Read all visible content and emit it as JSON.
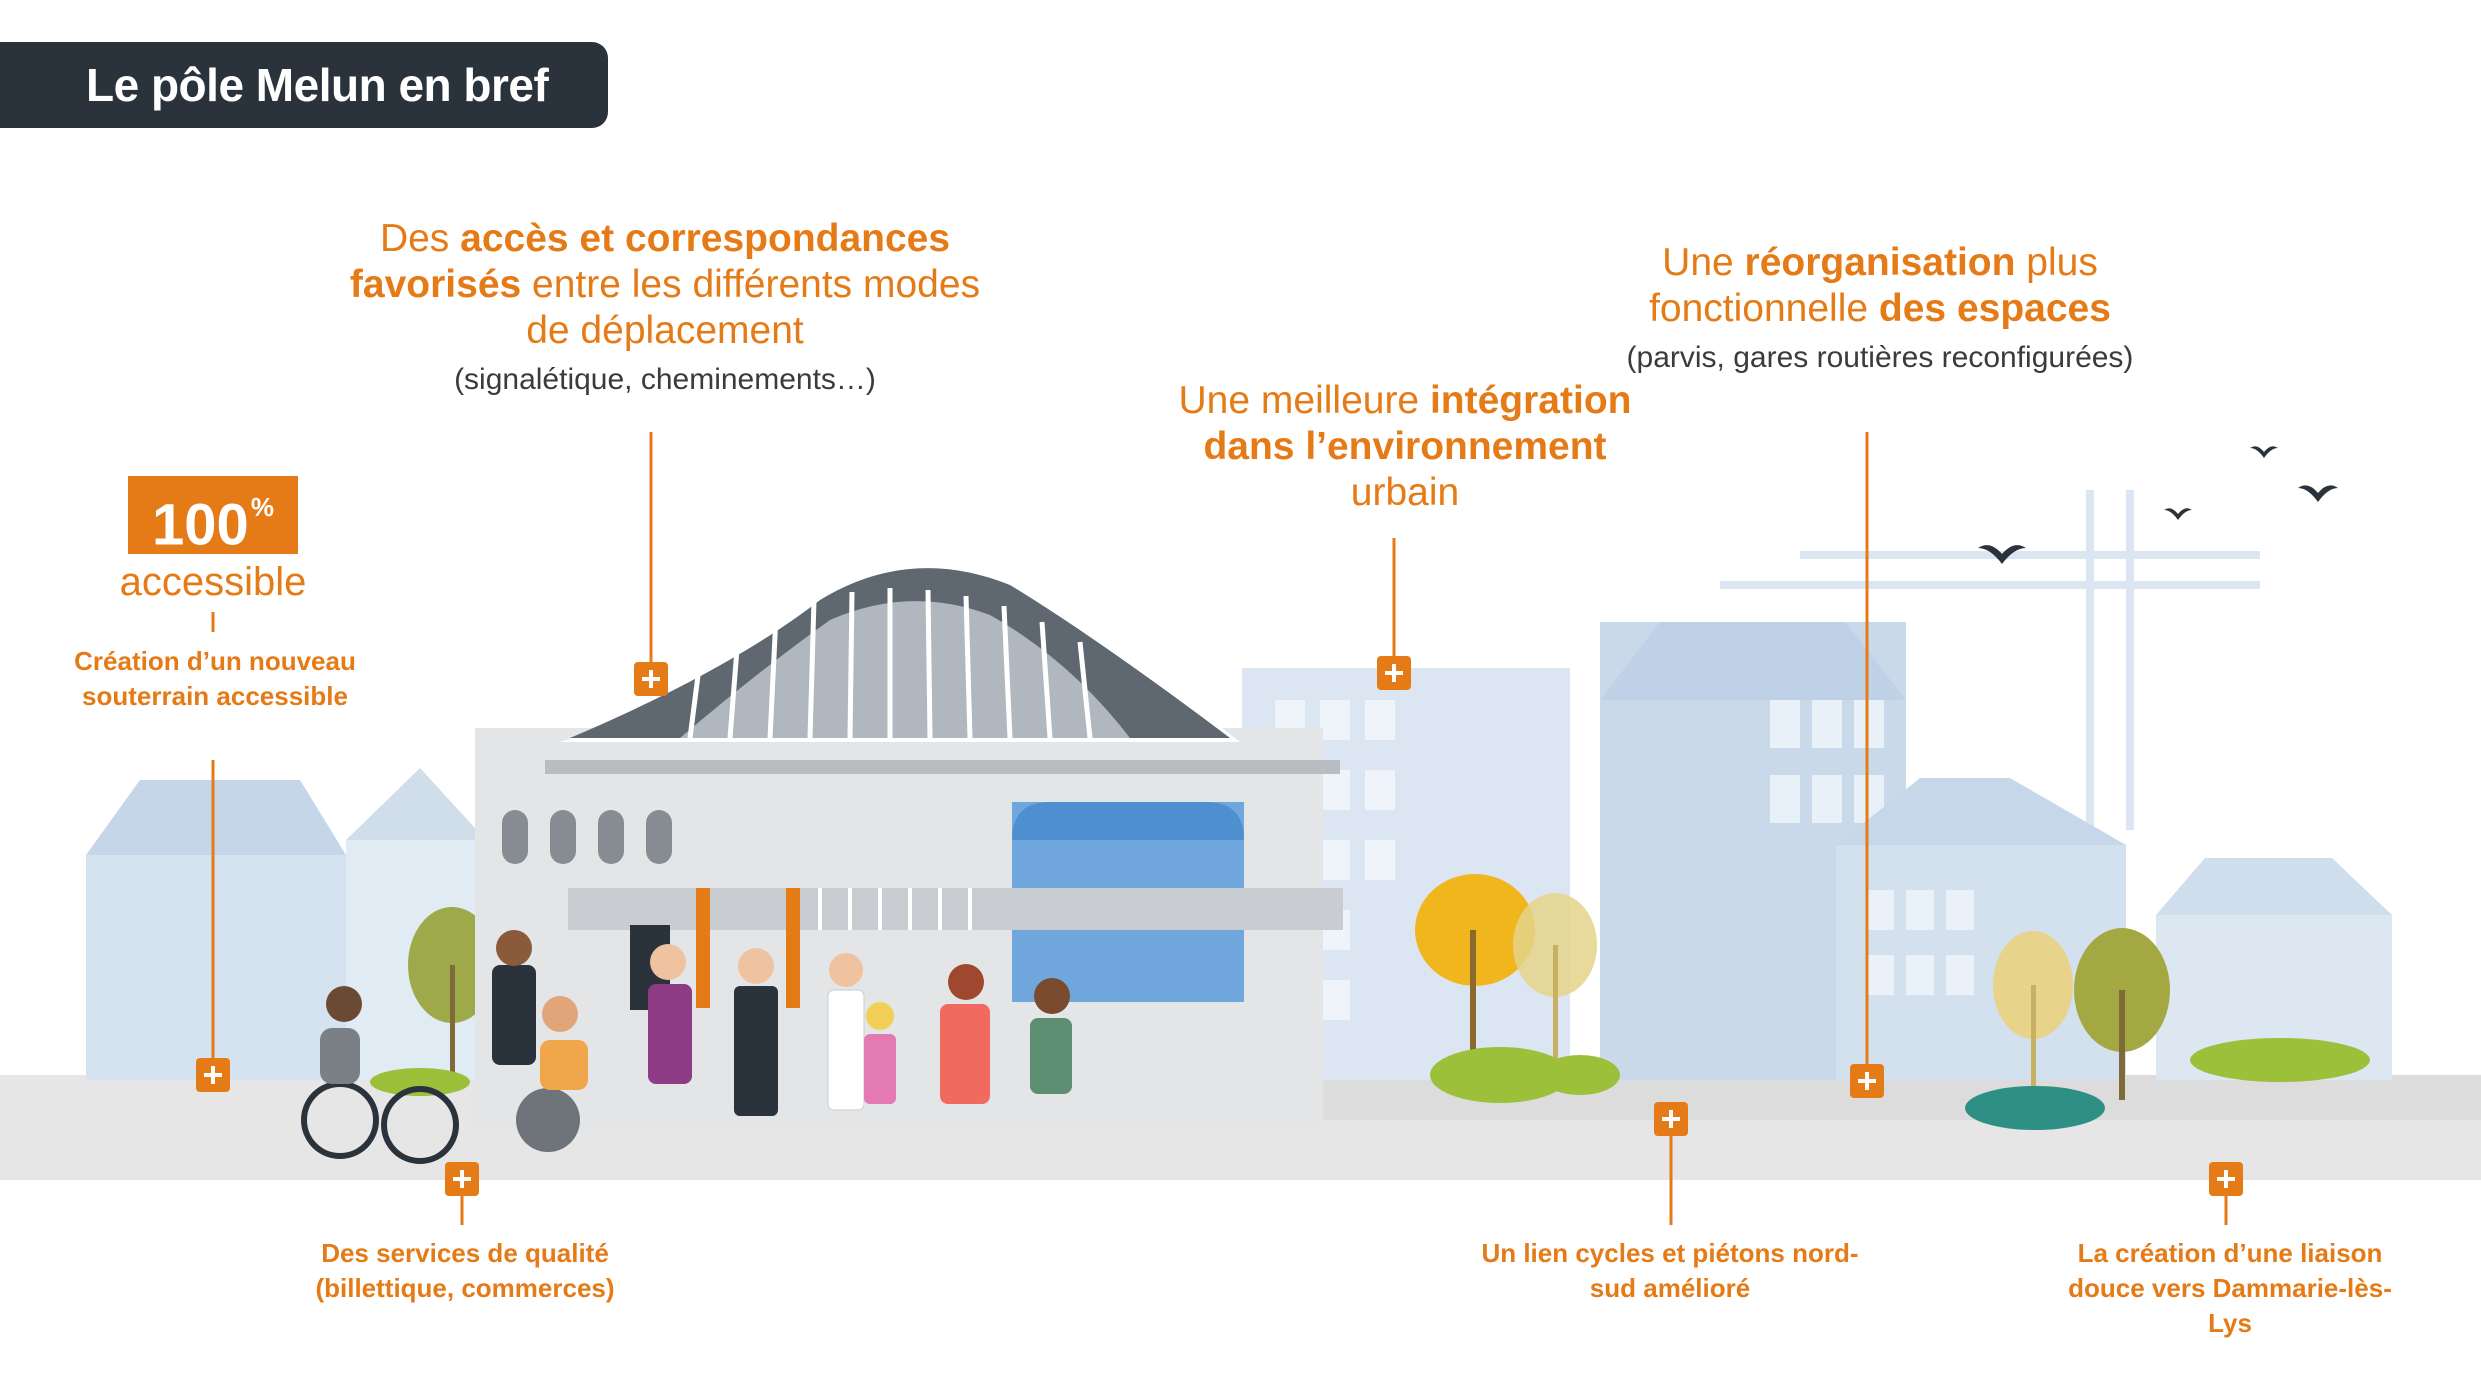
{
  "title": "Le pôle Melun en bref",
  "callouts": {
    "access": {
      "t1": "Des ",
      "b1": "accès et correspondances",
      "b2": "favorisés",
      "t2": " entre les différents modes de déplacement",
      "sub": "(signalétique, cheminements…)"
    },
    "integration": {
      "t1": "Une meilleure ",
      "b1": "intégration dans l’environnement",
      "t2": " urbain"
    },
    "reorganisation": {
      "t1": "Une ",
      "b1": "réorganisation",
      "t2": " plus fonctionnelle ",
      "b2": "des espaces",
      "sub": "(parvis, gares routières reconfigurées)"
    }
  },
  "badge": {
    "value": "100",
    "unit": "%",
    "label": "accessible"
  },
  "labels": {
    "souterrain": "Création d’un nouveau souterrain accessible",
    "services": "Des services de qualité (billettique, commerces)",
    "lien": "Un lien cycles et piétons nord-sud amélioré",
    "liaison": "La création d’une liaison douce vers Dammarie-lès-Lys"
  },
  "colors": {
    "accent": "#e57b17",
    "title_bg": "#2a333c",
    "building_light": "#dde8f3",
    "building_mid": "#c9d9ea",
    "station": "#e3e5e7",
    "roof": "#5f6771",
    "ground": "#e6e6e6"
  }
}
